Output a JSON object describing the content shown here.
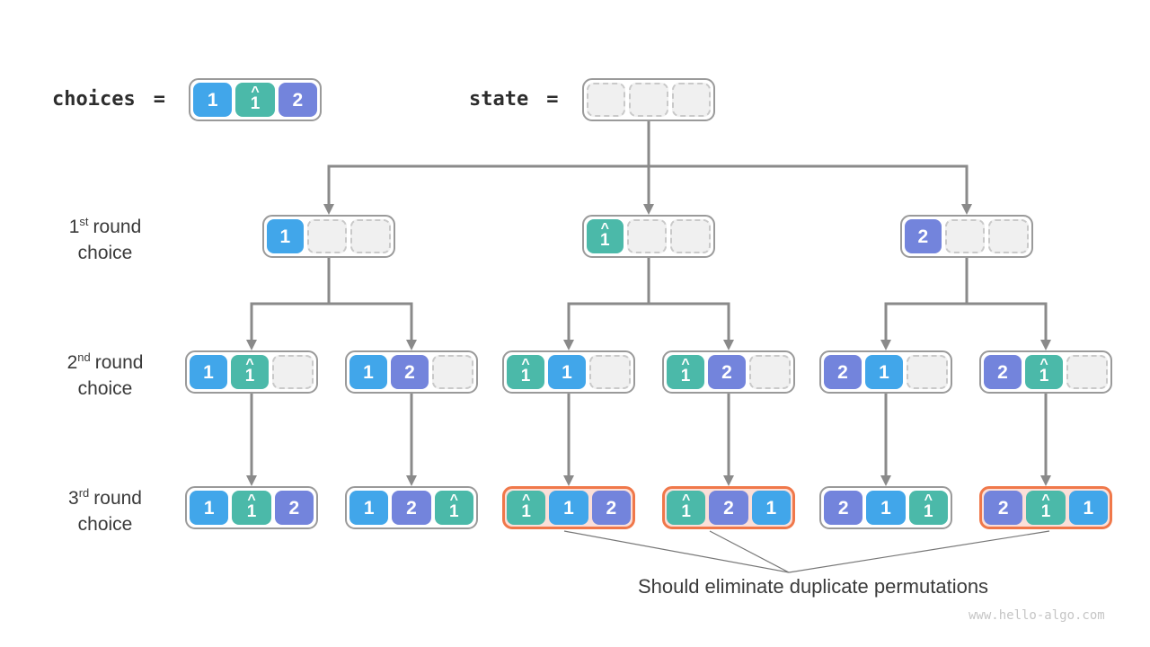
{
  "palette": {
    "one": "#41a6ea",
    "one_hat": "#4bb9a9",
    "two": "#7384dc",
    "empty": "#f0f0f0",
    "node_border": "#9a9a9a",
    "highlight_border": "#f0784a",
    "highlight_bg": "#fbdfd8",
    "arrow": "#8a8a8a",
    "text": "#3a3a3a",
    "watermark": "#c5c5c5"
  },
  "header": {
    "choices_label": "choices",
    "equals": "=",
    "state_label": "state",
    "choices": {
      "cells": [
        {
          "v": "1",
          "t": "one"
        },
        {
          "v": "1",
          "t": "one_hat",
          "hat": "^"
        },
        {
          "v": "2",
          "t": "two"
        }
      ]
    },
    "state": {
      "cells": [
        {
          "t": "empty"
        },
        {
          "t": "empty"
        },
        {
          "t": "empty"
        }
      ]
    }
  },
  "row_labels": [
    {
      "num": "1",
      "sup": "st",
      "rest": "round",
      "line2": "choice"
    },
    {
      "num": "2",
      "sup": "nd",
      "rest": "round",
      "line2": "choice"
    },
    {
      "num": "3",
      "sup": "rd",
      "rest": "round",
      "line2": "choice"
    }
  ],
  "tree": {
    "round1": [
      {
        "cells": [
          {
            "v": "1",
            "t": "one"
          },
          {
            "t": "empty"
          },
          {
            "t": "empty"
          }
        ]
      },
      {
        "cells": [
          {
            "v": "1",
            "t": "one_hat",
            "hat": "^"
          },
          {
            "t": "empty"
          },
          {
            "t": "empty"
          }
        ]
      },
      {
        "cells": [
          {
            "v": "2",
            "t": "two"
          },
          {
            "t": "empty"
          },
          {
            "t": "empty"
          }
        ]
      }
    ],
    "round2": [
      {
        "cells": [
          {
            "v": "1",
            "t": "one"
          },
          {
            "v": "1",
            "t": "one_hat",
            "hat": "^"
          },
          {
            "t": "empty"
          }
        ]
      },
      {
        "cells": [
          {
            "v": "1",
            "t": "one"
          },
          {
            "v": "2",
            "t": "two"
          },
          {
            "t": "empty"
          }
        ]
      },
      {
        "cells": [
          {
            "v": "1",
            "t": "one_hat",
            "hat": "^"
          },
          {
            "v": "1",
            "t": "one"
          },
          {
            "t": "empty"
          }
        ]
      },
      {
        "cells": [
          {
            "v": "1",
            "t": "one_hat",
            "hat": "^"
          },
          {
            "v": "2",
            "t": "two"
          },
          {
            "t": "empty"
          }
        ]
      },
      {
        "cells": [
          {
            "v": "2",
            "t": "two"
          },
          {
            "v": "1",
            "t": "one"
          },
          {
            "t": "empty"
          }
        ]
      },
      {
        "cells": [
          {
            "v": "2",
            "t": "two"
          },
          {
            "v": "1",
            "t": "one_hat",
            "hat": "^"
          },
          {
            "t": "empty"
          }
        ]
      }
    ],
    "round3": [
      {
        "cells": [
          {
            "v": "1",
            "t": "one"
          },
          {
            "v": "1",
            "t": "one_hat",
            "hat": "^"
          },
          {
            "v": "2",
            "t": "two"
          }
        ],
        "highlight": false
      },
      {
        "cells": [
          {
            "v": "1",
            "t": "one"
          },
          {
            "v": "2",
            "t": "two"
          },
          {
            "v": "1",
            "t": "one_hat",
            "hat": "^"
          }
        ],
        "highlight": false
      },
      {
        "cells": [
          {
            "v": "1",
            "t": "one_hat",
            "hat": "^"
          },
          {
            "v": "1",
            "t": "one"
          },
          {
            "v": "2",
            "t": "two"
          }
        ],
        "highlight": true
      },
      {
        "cells": [
          {
            "v": "1",
            "t": "one_hat",
            "hat": "^"
          },
          {
            "v": "2",
            "t": "two"
          },
          {
            "v": "1",
            "t": "one"
          }
        ],
        "highlight": true
      },
      {
        "cells": [
          {
            "v": "2",
            "t": "two"
          },
          {
            "v": "1",
            "t": "one"
          },
          {
            "v": "1",
            "t": "one_hat",
            "hat": "^"
          }
        ],
        "highlight": false
      },
      {
        "cells": [
          {
            "v": "2",
            "t": "two"
          },
          {
            "v": "1",
            "t": "one_hat",
            "hat": "^"
          },
          {
            "v": "1",
            "t": "one"
          }
        ],
        "highlight": true
      }
    ]
  },
  "annotation": "Should eliminate duplicate permutations",
  "watermark": "www.hello-algo.com"
}
